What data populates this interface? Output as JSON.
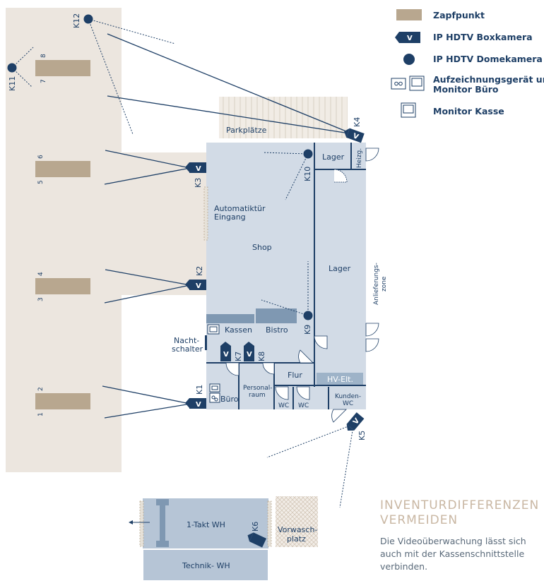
{
  "legend": [
    {
      "key": "pump",
      "label": "Zapfpunkt"
    },
    {
      "key": "box",
      "label": "IP HDTV Boxkamera",
      "symbol": "V"
    },
    {
      "key": "dome",
      "label": "IP HDTV Domekamera"
    },
    {
      "key": "recorder",
      "label1": "Aufzeichnungsgerät und",
      "label2": "Monitor Büro"
    },
    {
      "key": "monitor",
      "label": "Monitor Kasse"
    }
  ],
  "cameras": {
    "K1": "K1",
    "K2": "K2",
    "K3": "K3",
    "K4": "K4",
    "K5": "K5",
    "K6": "K6",
    "K7": "K7",
    "K8": "K8",
    "K9": "K9",
    "K10": "K10",
    "K11": "K11",
    "K12": "K12",
    "box_symbol": "V"
  },
  "pumps": [
    "1",
    "2",
    "3",
    "4",
    "5",
    "6",
    "7",
    "8"
  ],
  "rooms": {
    "parking": "Parkplätze",
    "lager_small": "Lager",
    "heizg": "Heizg.",
    "door_line1": "Automatiktür",
    "door_line2": "Eingang",
    "shop": "Shop",
    "lager": "Lager",
    "delivery_line1": "Anlieferungs-",
    "delivery_line2": "zone",
    "kassen": "Kassen",
    "bistro": "Bistro",
    "night_line1": "Nacht-",
    "night_line2": "schalter",
    "flur": "Flur",
    "hv": "HV-Elt.",
    "staff_line1": "Personal-",
    "staff_line2": "raum",
    "buero": "Büro",
    "wc1": "WC",
    "wc2": "WC",
    "customer_line1": "Kunden-",
    "customer_line2": "WC",
    "wash1": "1-Takt WH",
    "wash_tech": "Technik- WH",
    "prewash_line1": "Vorwasch-",
    "prewash_line2": "platz"
  },
  "headline_line1": "INVENTURDIFFERENZEN",
  "headline_line2": "VERMEIDEN",
  "body_text": "Die Videoüberwachung lässt sich auch mit der Kassenschnittstelle verbinden.",
  "colors": {
    "navy": "#1e3f66",
    "building": "#d2dbe6",
    "pump": "#b8a78f",
    "forecourt": "#ece6df",
    "headline": "#c9b7a3"
  }
}
